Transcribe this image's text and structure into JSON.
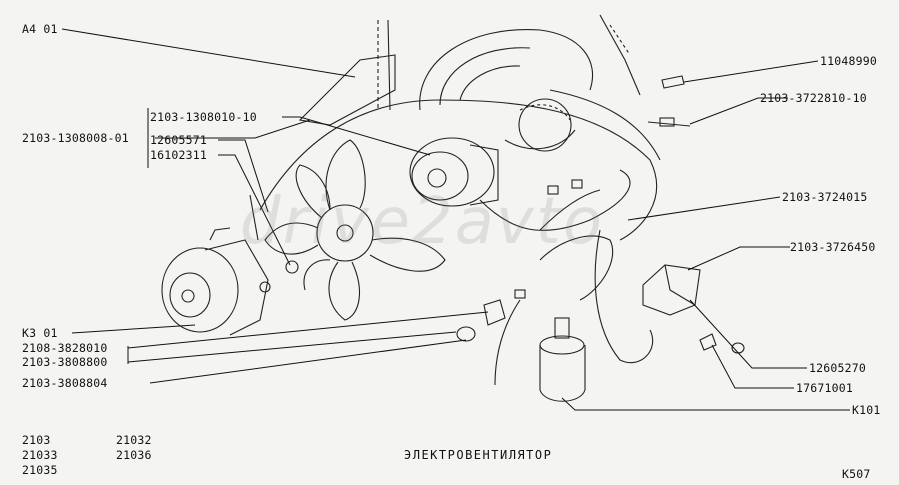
{
  "title": "ЭЛЕКТРОВЕНТИЛЯТОР",
  "page_code": "K507",
  "watermark": "drive2avto",
  "models": [
    "2103",
    "21032",
    "21033",
    "21036",
    "21035"
  ],
  "left_labels": {
    "a401": "A4 01",
    "p1308008": "2103-1308008-01",
    "p1308010": "2103-1308010-10",
    "p12605571": "12605571",
    "p16102311": "16102311",
    "k301": "K3 01",
    "p3828010": "2108-3828010",
    "p3808800": "2103-3808800",
    "p3808804": "2103-3808804"
  },
  "right_labels": {
    "p11048990": "11048990",
    "p3722810": "2103-3722810-10",
    "p3724015": "2103-3724015",
    "p3726450": "2103-3726450",
    "p12605270": "12605270",
    "p17671001": "17671001",
    "k101": "K101"
  }
}
